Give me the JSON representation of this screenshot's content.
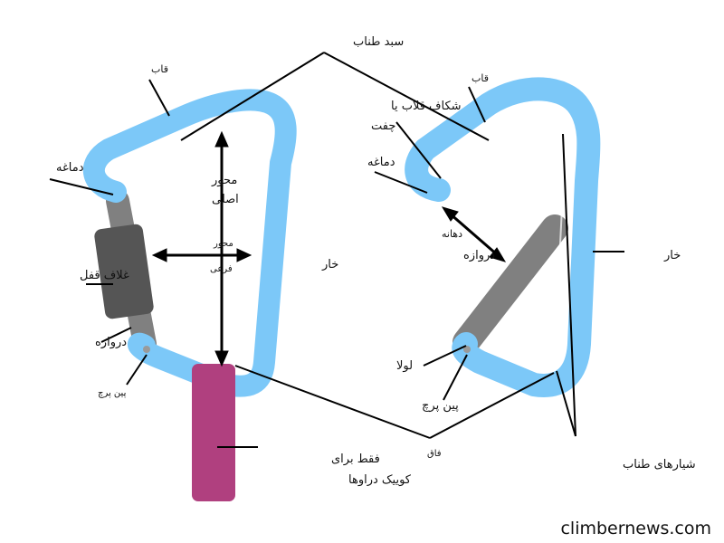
{
  "colors": {
    "frame": "#7cc8f8",
    "gate": "#808080",
    "sleeve": "#555555",
    "sling": "#b0407f",
    "line": "#000000",
    "text": "#111111"
  },
  "labels": {
    "rope_basket": "سبد طناب",
    "spine_left": "قاب",
    "spine_right": "قاب",
    "keyhole_notch_line1": "شکاف قلاب یا",
    "keyhole_notch_line2": "چفت",
    "nose_left": "دماغه",
    "nose_right": "دماغه",
    "major_axis_line1": "محور",
    "major_axis_line2": "اصلی",
    "minor_axis_line1": "محور",
    "minor_axis_line2": "فرعی",
    "gate_opening_line1": "دهانه",
    "gate_opening_line2": "دروازه",
    "spine_mid_left": "خار",
    "spine_mid_right": "خار",
    "locking_sleeve": "غلاف قفل",
    "gate_left": "دروازه",
    "hinge": "لولا",
    "rivet_left": "پین پرچ",
    "rivet_right": "پین پرچ",
    "quickdraw_only_line1": "فقط برای",
    "quickdraw_only_line2": "کوییک دراوها",
    "basket": "فاق",
    "rope_grooves": "شیارهای طناب",
    "website": "climbernews.com"
  }
}
